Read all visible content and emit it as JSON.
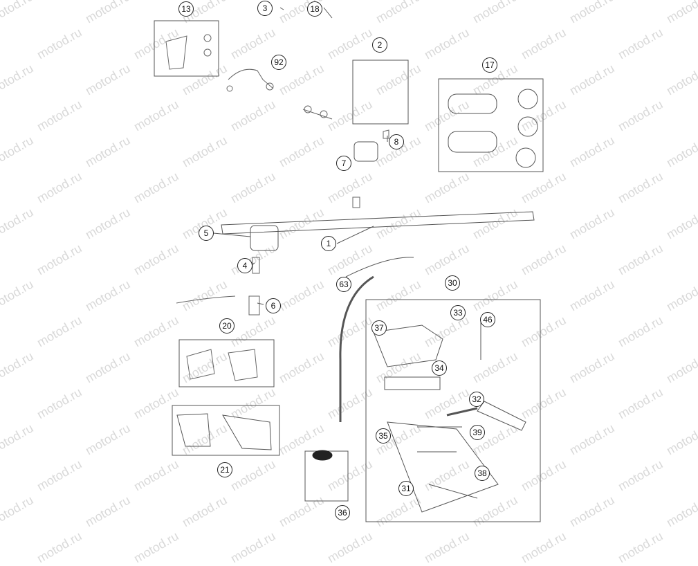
{
  "watermark": "motod.ru",
  "callouts": [
    "1",
    "2",
    "3",
    "4",
    "5",
    "6",
    "7",
    "8",
    "13",
    "17",
    "18",
    "20",
    "21",
    "30",
    "31",
    "32",
    "33",
    "34",
    "35",
    "36",
    "37",
    "38",
    "39",
    "46",
    "63",
    "92"
  ]
}
